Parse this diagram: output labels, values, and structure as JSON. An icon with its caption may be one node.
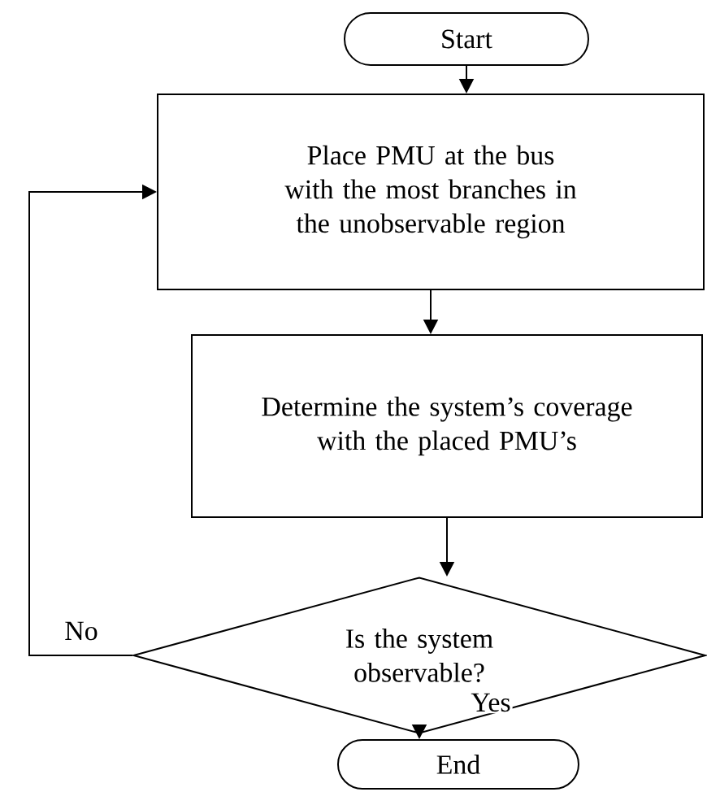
{
  "diagram": {
    "nodes": [
      {
        "text": [
          "Start"
        ]
      },
      {
        "text": [
          "Place PMU at the bus with the most branches in the unobservable region"
        ]
      },
      {
        "text": [
          "Determine the system’s coverage with the placed PMU’s"
        ]
      },
      {
        "text": [
          "Is the system observable?"
        ]
      },
      {
        "text": [
          "End"
        ]
      }
    ],
    "edges": [
      {
        "from": 0,
        "to": 1,
        "arrow": "to"
      },
      {
        "from": 1,
        "to": 2,
        "arrow": "to"
      },
      {
        "from": 2,
        "to": 3,
        "arrow": "to"
      },
      {
        "from": 3,
        "to": 1,
        "arrow": "to",
        "label": "No"
      },
      {
        "from": 3,
        "to": 4,
        "arrow": "to",
        "label": "Yes"
      }
    ]
  }
}
